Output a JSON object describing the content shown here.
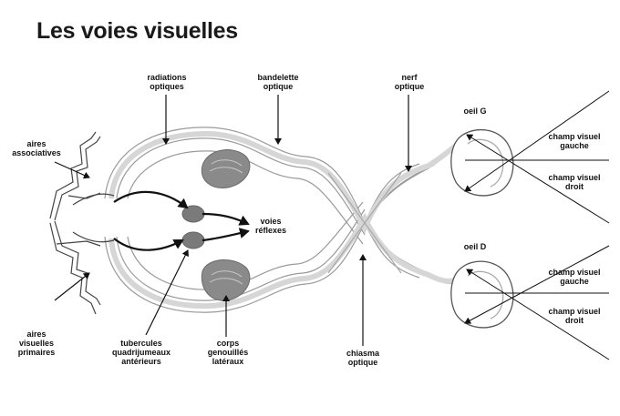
{
  "title": "Les voies visuelles",
  "labels": {
    "radiations_optiques": "radiations\noptiques",
    "bandelette_optique": "bandelette\noptique",
    "nerf_optique": "nerf\noptique",
    "oeil_g": "oeil G",
    "oeil_d": "oeil D",
    "champ_visuel_gauche_1": "champ visuel\ngauche",
    "champ_visuel_droit_1": "champ visuel\ndroit",
    "champ_visuel_gauche_2": "champ visuel\ngauche",
    "champ_visuel_droit_2": "champ visuel\ndroit",
    "aires_associatives": "aires\nassociatives",
    "aires_visuelles_primaires": "aires\nvisuelles\nprimaires",
    "voies_reflexes": "voies\nréflexes",
    "tubercules": "tubercules\nquadrijumeaux\nantérieurs",
    "corps_genouilles": "corps\ngenouillés\nlatéraux",
    "chiasma_optique": "chiasma\noptique"
  }
}
